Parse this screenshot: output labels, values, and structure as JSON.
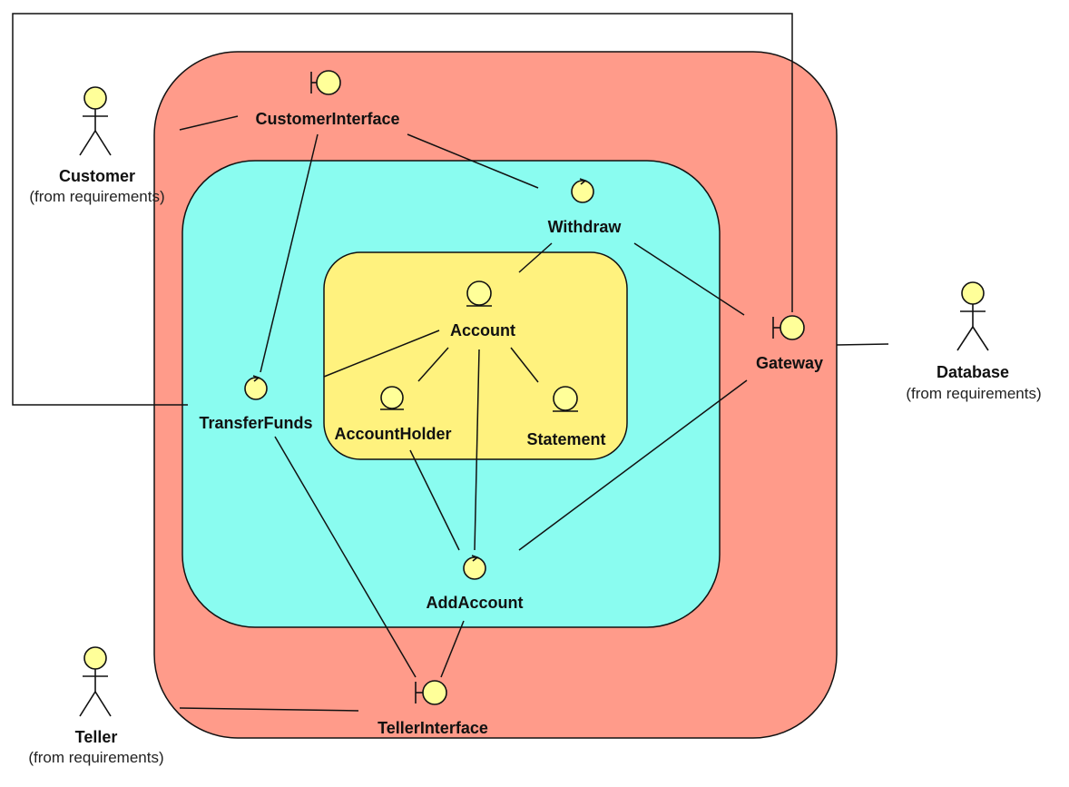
{
  "layers": {
    "outer_color": "#ff9b8a",
    "middle_color": "#8afcf0",
    "inner_color": "#fff27e",
    "element_fill": "#ffff99"
  },
  "actors": {
    "customer": {
      "name": "Customer",
      "note": "(from requirements)",
      "icon": "stick-figure-icon"
    },
    "database": {
      "name": "Database",
      "note": "(from requirements)",
      "icon": "stick-figure-icon"
    },
    "teller": {
      "name": "Teller",
      "note": "(from requirements)",
      "icon": "stick-figure-icon"
    }
  },
  "boundaries": {
    "customer_interface": {
      "name": "CustomerInterface",
      "icon": "boundary-icon"
    },
    "gateway": {
      "name": "Gateway",
      "icon": "boundary-icon"
    },
    "teller_interface": {
      "name": "TellerInterface",
      "icon": "boundary-icon"
    }
  },
  "controls": {
    "withdraw": {
      "name": "Withdraw",
      "icon": "control-icon"
    },
    "transfer_funds": {
      "name": "TransferFunds",
      "icon": "control-icon"
    },
    "add_account": {
      "name": "AddAccount",
      "icon": "control-icon"
    }
  },
  "entities": {
    "account": {
      "name": "Account",
      "icon": "entity-icon"
    },
    "account_holder": {
      "name": "AccountHolder",
      "icon": "entity-icon"
    },
    "statement": {
      "name": "Statement",
      "icon": "entity-icon"
    }
  }
}
